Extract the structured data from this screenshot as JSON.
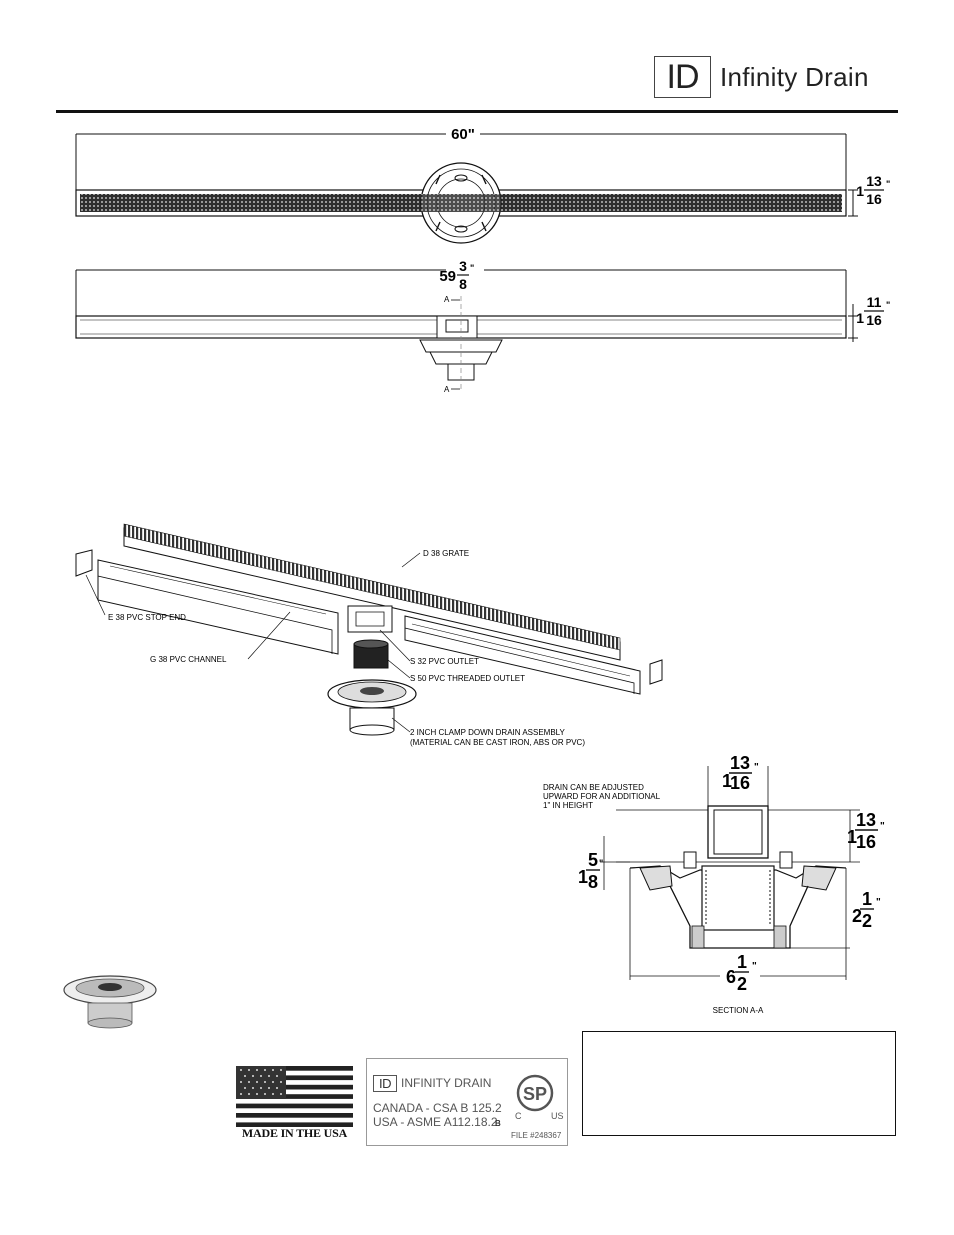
{
  "header": {
    "logo_mark": "ID",
    "brand": "Infinity Drain"
  },
  "top_view": {
    "length_label": "60\"",
    "height_whole": "1",
    "height_num": "13",
    "height_den": "16",
    "height_unit": "\""
  },
  "side_view": {
    "length_whole": "59",
    "length_num": "3",
    "length_den": "8",
    "length_unit": "\"",
    "height_whole": "1",
    "height_num": "11",
    "height_den": "16",
    "height_unit": "\"",
    "section_marker_top": "A",
    "section_marker_bottom": "A"
  },
  "exploded_view": {
    "callouts": [
      "D 38 GRATE",
      "E 38 PVC STOP END",
      "G 38 PVC CHANNEL",
      "S 32 PVC OUTLET",
      "S 50 PVC THREADED OUTLET",
      "2 INCH CLAMP DOWN DRAIN ASSEMBLY",
      "(MATERIAL CAN BE CAST IRON, ABS OR PVC)"
    ]
  },
  "section": {
    "note_lines": [
      "DRAIN CAN BE ADJUSTED",
      "UPWARD FOR AN ADDITIONAL",
      "1\" IN HEIGHT"
    ],
    "top_width": {
      "whole": "1",
      "num": "13",
      "den": "16",
      "unit": "\""
    },
    "right_height": {
      "whole": "1",
      "num": "13",
      "den": "16",
      "unit": "\""
    },
    "left_height": {
      "whole": "1",
      "num": "5",
      "den": "8",
      "unit": "\""
    },
    "body_height": {
      "whole": "2",
      "num": "1",
      "den": "2",
      "unit": "\""
    },
    "base_width": {
      "whole": "6",
      "num": "1",
      "den": "2",
      "unit": "\""
    },
    "caption": "SECTION A-A"
  },
  "badges": {
    "made_in_usa": "MADE IN THE USA",
    "cert_logo": "ID",
    "cert_brand": "INFINITY DRAIN",
    "cert_line1": "CANADA - CSA B 125.2",
    "cert_line2": "USA - ASME A112.18.2",
    "cert_b": "B",
    "cert_file": "FILE #248367",
    "cert_c": "C",
    "cert_us": "US",
    "csa_mark": "SP"
  },
  "colors": {
    "line": "#111111",
    "gray": "#888888",
    "grate_fill": "#3a3a3a"
  }
}
